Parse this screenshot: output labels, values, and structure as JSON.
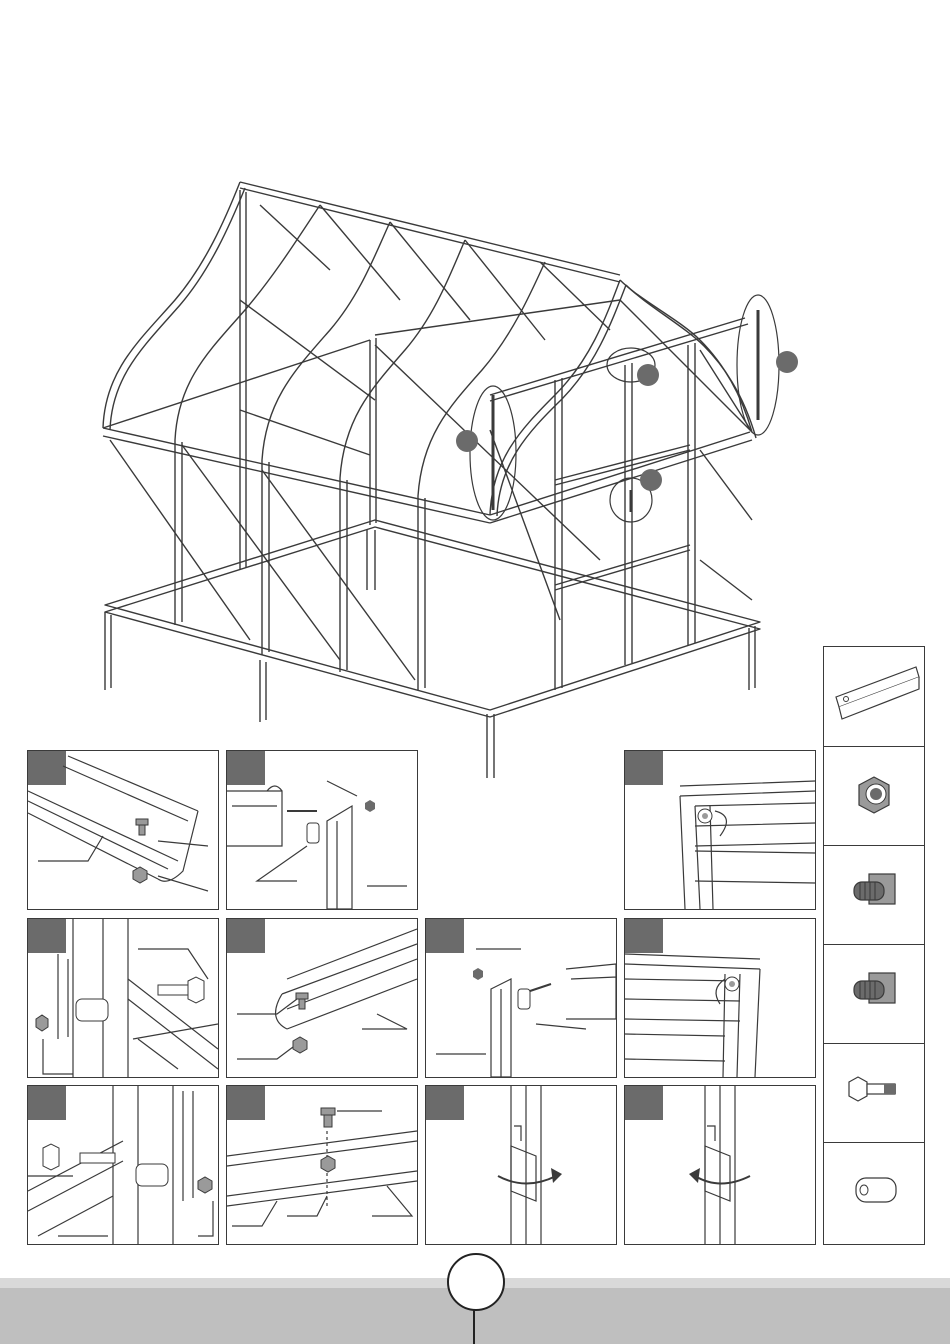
{
  "document": {
    "page_number": "",
    "colors": {
      "line": "#3a3a3a",
      "step_tag": "#6b6b6b",
      "footer_band": "#bfbfbf",
      "part_shading": "#9a9a9a"
    }
  },
  "overview": {
    "illustration": "greenhouse-frame-drawing",
    "callouts": [
      {
        "id": "callout-door-track-left",
        "label": ""
      },
      {
        "id": "callout-door-top-roller",
        "label": ""
      },
      {
        "id": "callout-door-handle",
        "label": ""
      },
      {
        "id": "callout-door-track-right",
        "label": ""
      }
    ]
  },
  "steps": [
    {
      "id": "step-1",
      "label": ""
    },
    {
      "id": "step-2",
      "label": ""
    },
    {
      "id": "step-3",
      "label": ""
    },
    {
      "id": "step-4",
      "label": ""
    },
    {
      "id": "step-5",
      "label": ""
    },
    {
      "id": "step-6",
      "label": ""
    },
    {
      "id": "step-7",
      "label": ""
    },
    {
      "id": "step-8",
      "label": ""
    },
    {
      "id": "step-9",
      "label": ""
    },
    {
      "id": "step-10",
      "label": ""
    },
    {
      "id": "step-11",
      "label": ""
    },
    {
      "id": "step-12",
      "label": ""
    }
  ],
  "parts_legend": [
    {
      "icon": "angle-bar-icon",
      "label": ""
    },
    {
      "icon": "hex-nut-icon",
      "label": ""
    },
    {
      "icon": "square-head-bolt-icon",
      "label": ""
    },
    {
      "icon": "square-head-bolt-alt-icon",
      "label": ""
    },
    {
      "icon": "hex-bolt-icon",
      "label": ""
    },
    {
      "icon": "spacer-tube-icon",
      "label": ""
    }
  ]
}
